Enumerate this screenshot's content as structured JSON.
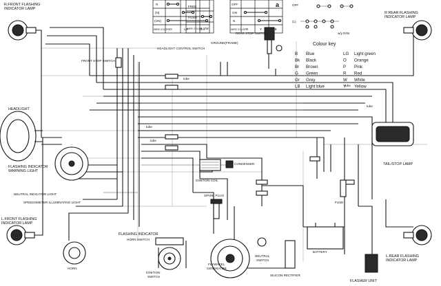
{
  "labels": {
    "rf_flash": [
      "R.FRONT FLASHING",
      "INDICATOR LAMP"
    ],
    "rr_flash": [
      "R REAR FLASHING",
      "INDICATOR LAMP"
    ],
    "lf_flash": [
      "L.FRONT FLASHING",
      "INDICATOR LAMP"
    ],
    "lr_flash": [
      "L.REAR FLASHING",
      "INDICATOR LAMP"
    ],
    "headlight": "HEADLIGHT",
    "flash_warning": [
      "FLASHING INDICATOR",
      "WARNING LIGHT"
    ],
    "neutral_indicator": "NEUTRAL INDICATOR LIGHT",
    "speedo_light": "SPEEDOMETER ILLUMINATING LIGHT",
    "front_stop_switch": "FRONT STOP SWITCH",
    "headlight_control_switch": "HEADLIGHT CONTROL SWITCH",
    "ground_frame": "GROUND(FRAME)",
    "rear_stop_switch": "REAR STOP SWITCH",
    "tail_stop_lamp": "TAIL/STOP LAMP",
    "condenser": "CONDENSER",
    "ignition_coil": "IGNITION COIL",
    "spark_plug": "SPARK PLUG",
    "flashing_indicator": "FLASHING INDICATOR",
    "horn_switch": "HORN SWITCH",
    "flywheel_generator": [
      "FLYWHEEL",
      "GENERATOR"
    ],
    "ignition_switch": [
      "IGNITION",
      "SWITCH"
    ],
    "silicon_rectifier": "SILICON RECTIFIER",
    "neutral_switch": [
      "NEUTRAL",
      "SWITCH"
    ],
    "battery": "BATTERY",
    "flasher_unit": "FLASHER UNIT",
    "fuse": "FUSE",
    "horn": "HORN",
    "wy_rw": "w/y  R/W",
    "tube": "tube"
  },
  "switch_table_1": {
    "rows": [
      "R",
      "(N)",
      "(ON)",
      "WIRE COLOR"
    ],
    "cols": [
      "IG",
      "LB",
      "G"
    ]
  },
  "switch_table_2": {
    "rows": [
      "FREE",
      "PUSH"
    ],
    "wire_color": "WIRE COLOR",
    "col": "Lg/W"
  },
  "switch_table_3": {
    "rows": [
      "OFF",
      "ON",
      "N"
    ],
    "wire_color": "WIRE COLOR",
    "cols": [
      "R",
      "Y",
      "GB"
    ],
    "letter": "a"
  },
  "legend_states": [
    "OFF",
    "(1)"
  ],
  "colour_key": {
    "title": "Colour key",
    "entries": [
      {
        "code": "B",
        "name": "Blue"
      },
      {
        "code": "Bk",
        "name": "Black"
      },
      {
        "code": "Br",
        "name": "Brown"
      },
      {
        "code": "G",
        "name": "Green"
      },
      {
        "code": "Gr",
        "name": "Grey"
      },
      {
        "code": "LB",
        "name": "Light blue"
      },
      {
        "code": "LG",
        "name": "Light green"
      },
      {
        "code": "O",
        "name": "Orange"
      },
      {
        "code": "P",
        "name": "Pink"
      },
      {
        "code": "R",
        "name": "Red"
      },
      {
        "code": "W",
        "name": "White"
      },
      {
        "code": "Y",
        "name": "Yellow"
      }
    ]
  }
}
